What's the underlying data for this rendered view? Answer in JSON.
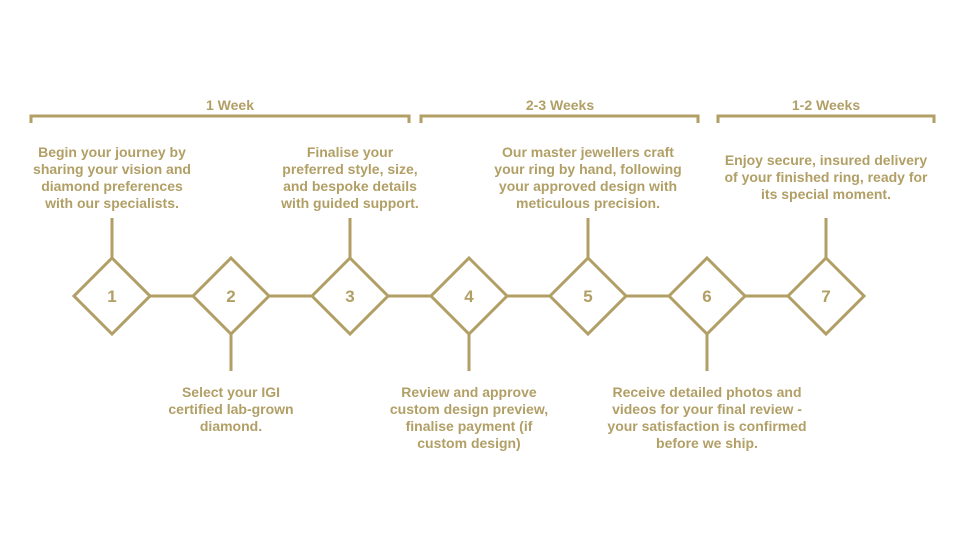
{
  "colors": {
    "accent": "#b19f66",
    "background": "#ffffff"
  },
  "phases": [
    {
      "label": "1 Week"
    },
    {
      "label": "2-3 Weeks"
    },
    {
      "label": "1-2 Weeks"
    }
  ],
  "steps": [
    {
      "number": "1",
      "text": "Begin your journey by\nsharing your vision and\ndiamond preferences\nwith our specialists."
    },
    {
      "number": "2",
      "text": "Select your IGI\ncertified lab-grown\ndiamond."
    },
    {
      "number": "3",
      "text": "Finalise your\npreferred style, size,\nand bespoke details\nwith guided support."
    },
    {
      "number": "4",
      "text": "Review and approve\ncustom design preview,\nfinalise payment (if\ncustom design)"
    },
    {
      "number": "5",
      "text": "Our master jewellers craft\nyour ring by hand, following\nyour approved design with\nmeticulous precision."
    },
    {
      "number": "6",
      "text": "Receive detailed photos and\nvideos for your final review -\nyour satisfaction is confirmed\nbefore we ship."
    },
    {
      "number": "7",
      "text": "Enjoy secure, insured delivery\nof your finished ring, ready for\nits special moment."
    }
  ]
}
